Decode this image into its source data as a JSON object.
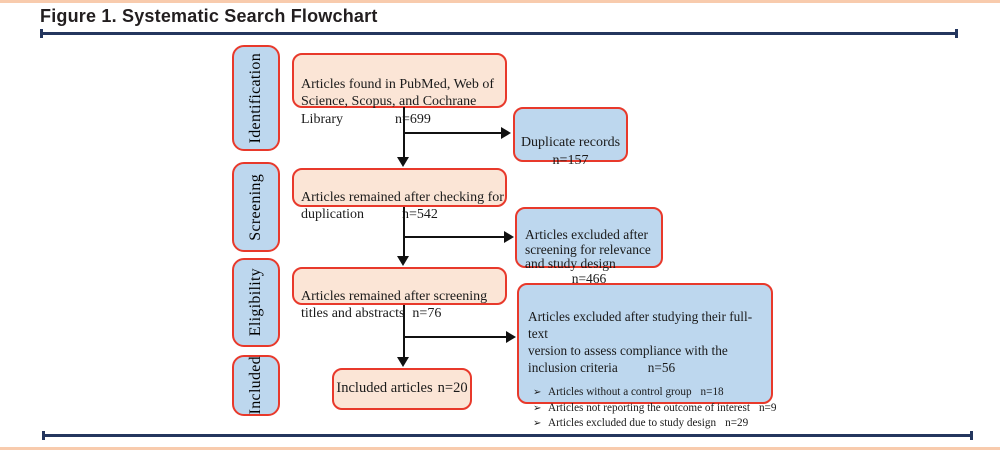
{
  "colors": {
    "accent_red": "#e8392b",
    "peach_fill": "#fbe5d6",
    "blue_fill": "#bdd7ee",
    "navy_rule": "#24365e",
    "salmon_rule": "#f8cbad"
  },
  "header": {
    "title": "Figure 1. Systematic Search Flowchart"
  },
  "stages": [
    {
      "label": "Identification"
    },
    {
      "label": "Screening"
    },
    {
      "label": "Eligibility"
    },
    {
      "label": "Included"
    }
  ],
  "process_boxes": [
    {
      "text": "Articles found in PubMed, Web of\nScience, Scopus, and Cochrane\nLibrary",
      "count": "n=699"
    },
    {
      "text": "Articles remained after checking for\nduplication",
      "count": "n=542"
    },
    {
      "text": "Articles remained after screening\ntitles and abstracts",
      "count": "n=76"
    },
    {
      "text": "Included articles",
      "count": "n=20"
    }
  ],
  "exclusion_boxes": [
    {
      "text": "Duplicate records",
      "count": "n=157"
    },
    {
      "text": "Articles excluded after\nscreening for relevance\nand study design",
      "count": "n=466"
    },
    {
      "text": "Articles excluded after studying their full-text\nversion to assess compliance with the\ninclusion criteria",
      "count": "n=56",
      "bullet_marker": "➢",
      "bullets": [
        {
          "text": "Articles without a control group",
          "count": "n=18"
        },
        {
          "text": "Articles not reporting the outcome of interest",
          "count": "n=9"
        },
        {
          "text": "Articles excluded due to study design",
          "count": "n=29"
        }
      ]
    }
  ]
}
